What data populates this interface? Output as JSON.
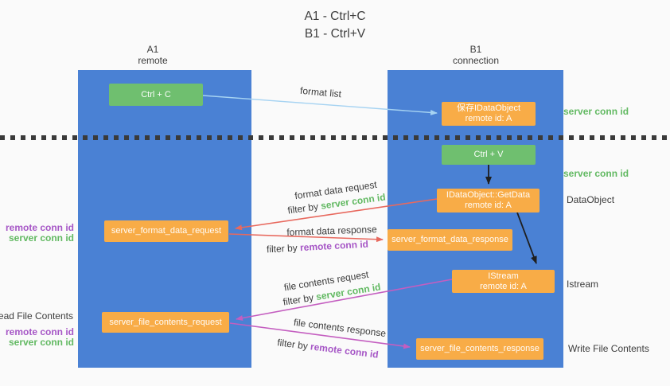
{
  "title": {
    "line1": "A1 - Ctrl+C",
    "line2": "B1 - Ctrl+V"
  },
  "columns": {
    "left": {
      "id": "A1",
      "subtitle": "remote"
    },
    "right": {
      "id": "B1",
      "subtitle": "connection"
    }
  },
  "nodes": {
    "ctrl_c": {
      "label": "Ctrl + C"
    },
    "ctrl_v": {
      "label": "Ctrl + V"
    },
    "save_dataobject": {
      "line1": "保存IDataObject",
      "line2": "remote id: A"
    },
    "getdata": {
      "line1": "IDataObject::GetData",
      "line2": "remote id: A"
    },
    "istream": {
      "line1": "IStream",
      "line2": "remote id: A"
    },
    "format_request": {
      "label": "server_format_data_request"
    },
    "format_response": {
      "label": "server_format_data_response"
    },
    "file_request": {
      "label": "server_file_contents_request"
    },
    "file_response": {
      "label": "server_file_contents_response"
    }
  },
  "edge_labels": {
    "format_list": "format list",
    "format_data_request": "format data request",
    "format_data_response": "format data response",
    "file_contents_request": "file contents request",
    "file_contents_response": "file contents response",
    "filter_by": "filter by ",
    "server_conn_id": "server conn id",
    "remote_conn_id": "remote conn id"
  },
  "annotations": {
    "server_conn_id_top": "server conn id",
    "server_conn_id_mid": "server conn id",
    "dataobject": "DataObject",
    "istream": "Istream",
    "write_file_contents": "Write File Contents",
    "read_file_contents": "Read File Contents",
    "remote_conn_id": "remote conn id",
    "server_conn_id": "server conn id"
  },
  "colors": {
    "bg": "#fafafa",
    "column_blue": "#4a81d4",
    "node_green": "#6fbf6f",
    "node_orange": "#f8ac47",
    "text_dark": "#3c3c3c",
    "label_green": "#62b962",
    "label_purple": "#a656c6",
    "arrow_blue": "#a6d3f2",
    "arrow_red": "#e8695e",
    "arrow_magenta": "#c45ec0",
    "arrow_black": "#1f1f1f",
    "dash_color": "#3a3a3a"
  }
}
